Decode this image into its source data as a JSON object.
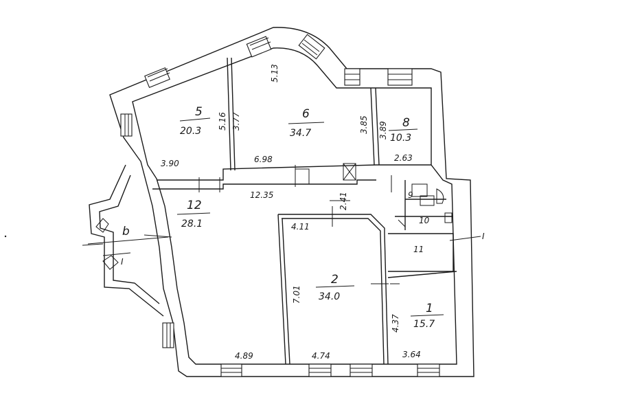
{
  "rooms": [
    {
      "id": "r5",
      "number": "5",
      "area": "20.3"
    },
    {
      "id": "r6",
      "number": "6",
      "area": "34.7"
    },
    {
      "id": "r8",
      "number": "8",
      "area": "10.3"
    },
    {
      "id": "r12",
      "number": "12",
      "area": "28.1"
    },
    {
      "id": "r2",
      "number": "2",
      "area": "34.0"
    },
    {
      "id": "r1",
      "number": "1",
      "area": "15.7"
    },
    {
      "id": "r9",
      "number": "9"
    },
    {
      "id": "r10",
      "number": "10"
    },
    {
      "id": "r11",
      "number": "11"
    },
    {
      "id": "rb",
      "number": "b"
    }
  ],
  "dimensions": {
    "d513": "5.13",
    "d516": "5.16",
    "d377": "3.77",
    "d385": "3.85",
    "d389": "3.89",
    "d390": "3.90",
    "d698": "6.98",
    "d263": "2.63",
    "d1235": "12.35",
    "d241": "2.41",
    "d411": "4.11",
    "d701": "7.01",
    "d437": "4.37",
    "d489": "4.89",
    "d474": "4.74",
    "d364": "3.64"
  },
  "section_marks": {
    "left": "I",
    "right": "I"
  }
}
